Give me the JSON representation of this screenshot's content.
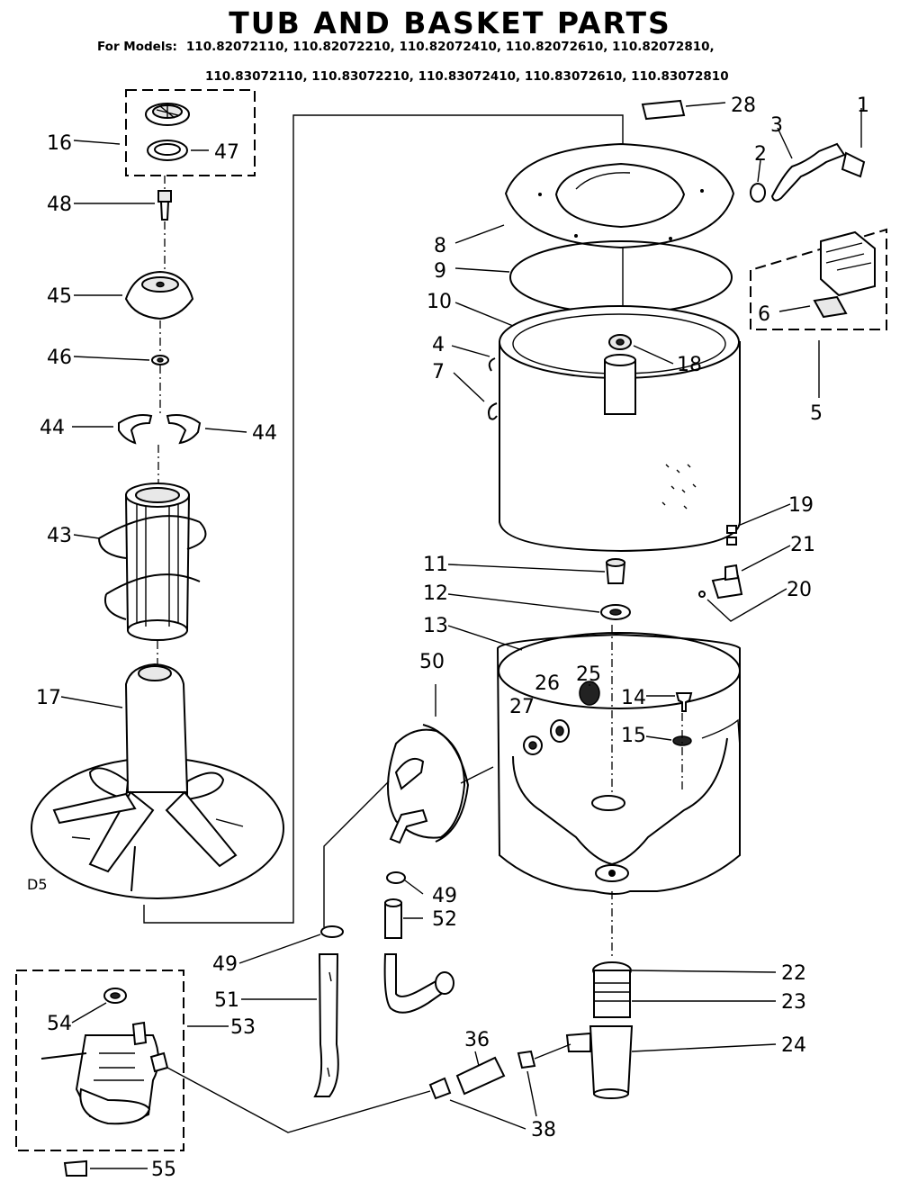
{
  "title": "TUB AND BASKET PARTS",
  "models": {
    "prefix": "For Models:",
    "line1": "110.82072110, 110.82072210, 110.82072410, 110.82072610, 110.82072810,",
    "line2": "110.83072110, 110.83072210, 110.83072410, 110.83072610, 110.83072810"
  },
  "diagram_code": "D5",
  "callouts": {
    "c1": "1",
    "c2": "2",
    "c3": "3",
    "c4": "4",
    "c5": "5",
    "c6": "6",
    "c7": "7",
    "c8": "8",
    "c9": "9",
    "c10": "10",
    "c11": "11",
    "c12": "12",
    "c13": "13",
    "c14": "14",
    "c15": "15",
    "c16": "16",
    "c17": "17",
    "c18": "18",
    "c19": "19",
    "c20": "20",
    "c21": "21",
    "c22": "22",
    "c23": "23",
    "c24": "24",
    "c25": "25",
    "c26": "26",
    "c27": "27",
    "c28": "28",
    "c36": "36",
    "c38": "38",
    "c43": "43",
    "c44a": "44",
    "c44b": "44",
    "c45": "45",
    "c46": "46",
    "c47": "47",
    "c48": "48",
    "c49a": "49",
    "c49b": "49",
    "c50": "50",
    "c51": "51",
    "c52": "52",
    "c53": "53",
    "c54": "54",
    "c55": "55"
  }
}
